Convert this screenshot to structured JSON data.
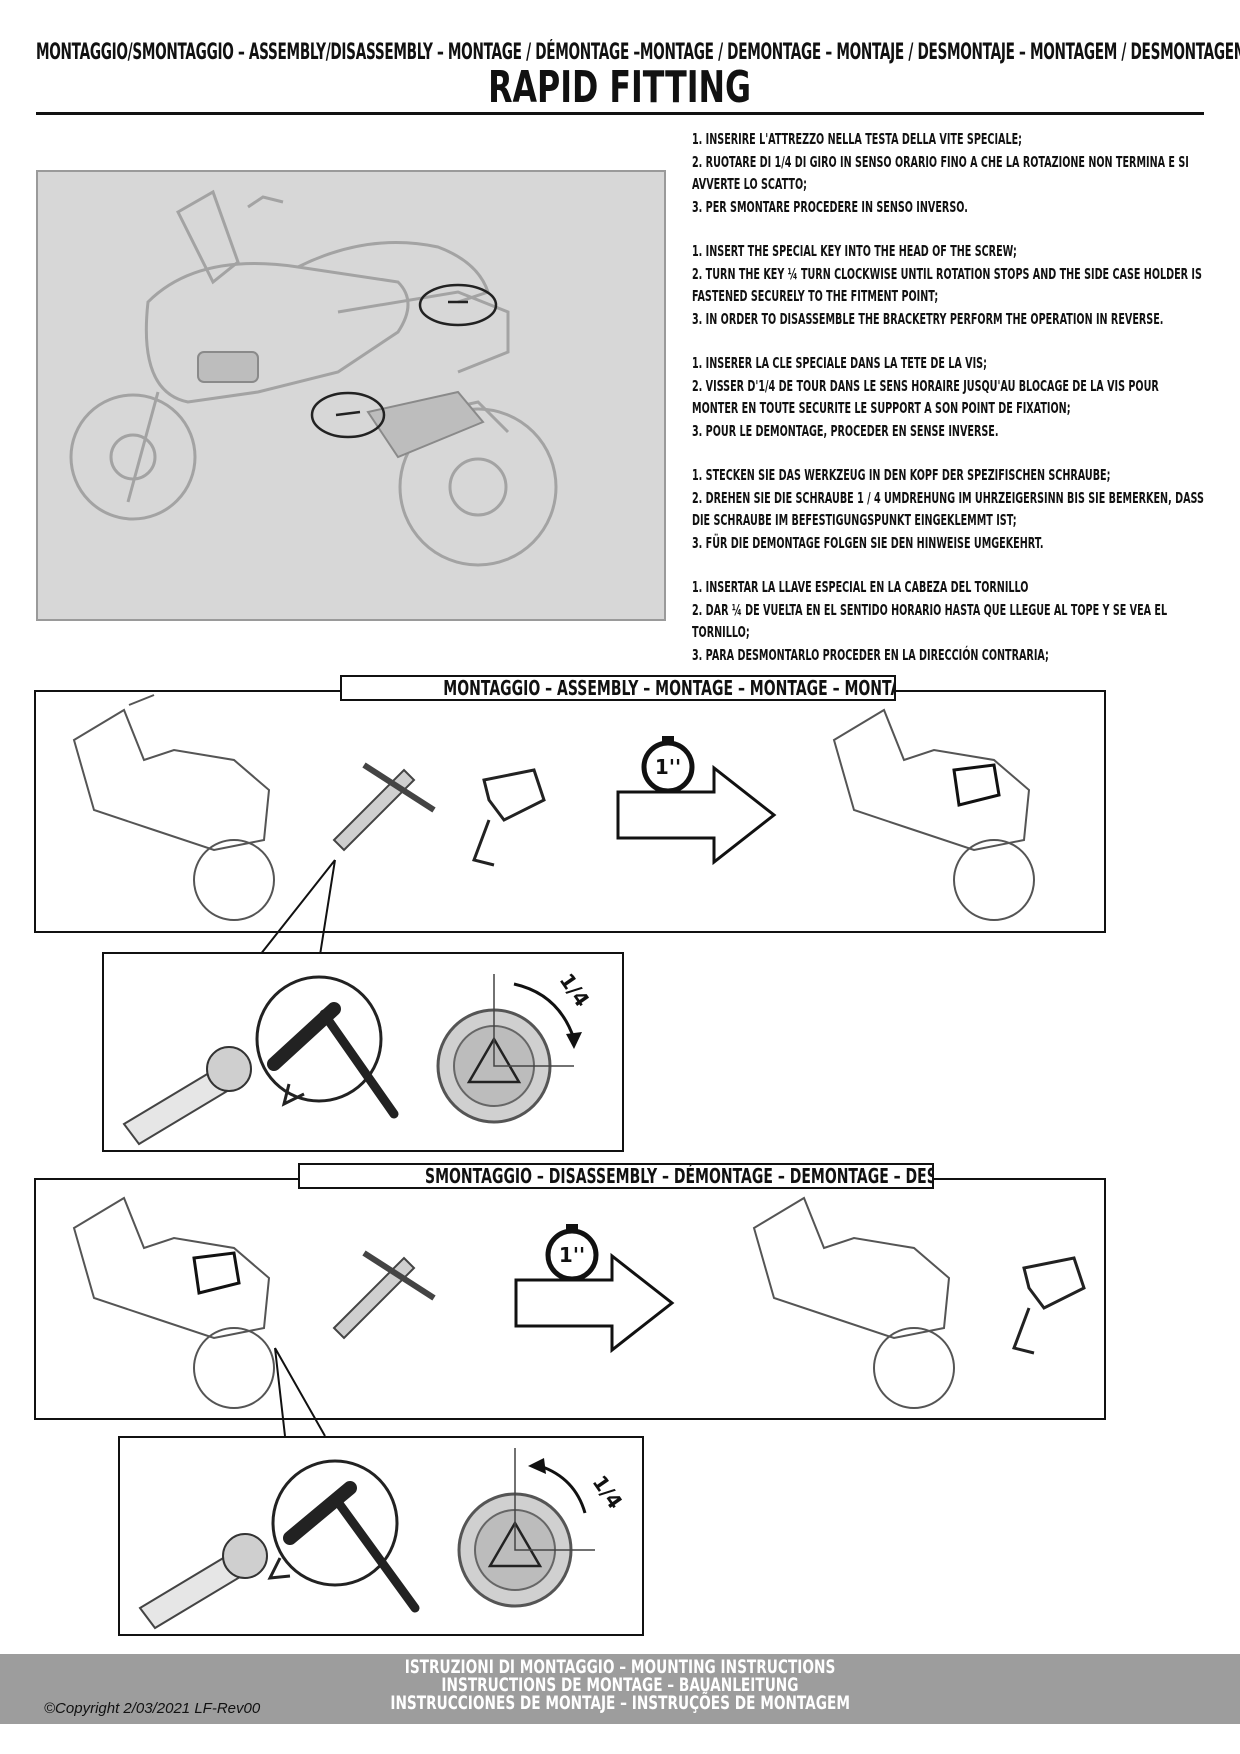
{
  "header": {
    "operations_line": "MONTAGGIO/SMONTAGGIO – ASSEMBLY/DISASSEMBLY – MONTAGE / DÉMONTAGE –MONTAGE / DEMONTAGE – MONTAJE / DESMONTAJE – MONTAGEM / DESMONTAGEM",
    "title": "RAPID FITTING"
  },
  "instructions": {
    "italian": [
      "1. INSERIRE L'ATTREZZO NELLA TESTA DELLA VITE SPECIALE;",
      "2. RUOTARE DI 1/4 DI GIRO IN SENSO ORARIO FINO A CHE LA ROTAZIONE NON TERMINA E SI AVVERTE LO SCATTO;",
      "3. PER SMONTARE PROCEDERE IN SENSO INVERSO."
    ],
    "english": [
      "1. INSERT THE SPECIAL KEY INTO THE HEAD OF THE SCREW;",
      "2. TURN THE KEY ¼ TURN CLOCKWISE  UNTIL ROTATION STOPS AND THE SIDE CASE HOLDER IS FASTENED SECURELY TO THE FITMENT POINT;",
      "3. IN ORDER TO DISASSEMBLE THE BRACKETRY PERFORM THE OPERATION IN REVERSE."
    ],
    "french": [
      "1. INSERER LA CLE SPECIALE DANS LA TETE DE LA VIS;",
      "2. VISSER D'1/4 DE TOUR DANS LE SENS HORAIRE JUSQU'AU BLOCAGE DE LA VIS POUR MONTER EN TOUTE SECURITE LE SUPPORT A SON POINT DE FIXATION;",
      "3. POUR LE DEMONTAGE, PROCEDER EN SENSE INVERSE."
    ],
    "german": [
      "1. STECKEN SIE DAS WERKZEUG IN DEN KOPF DER SPEZIFISCHEN SCHRAUBE;",
      "2. DREHEN SIE DIE SCHRAUBE 1 / 4 UMDREHUNG IM UHRZEIGERSINN BIS SIE BEMERKEN, DASS DIE SCHRAUBE IM BEFESTIGUNGSPUNKT EINGEKLEMMT IST;",
      "3. FÜR DIE DEMONTAGE FOLGEN SIE DEN HINWEISE UMGEKEHRT."
    ],
    "spanish": [
      "1. INSERTAR LA LLAVE ESPECIAL EN LA CABEZA DEL TORNILLO",
      "2. DAR ¼ DE VUELTA EN EL SENTIDO HORARIO HASTA QUE LLEGUE AL TOPE Y SE VEA EL TORNILLO;",
      "3. PARA DESMONTARLO PROCEDER EN LA DIRECCIÓN CONTRARIA;"
    ]
  },
  "assembly": {
    "banner": "MONTAGGIO  – ASSEMBLY – MONTAGE – MONTAGE – MONTAJE",
    "timer_label": "1''",
    "rotation_label": "1/4"
  },
  "disassembly": {
    "banner": "SMONTAGGIO – DISASSEMBLY – DÉMONTAGE – DEMONTAGE – DESMONTAJE",
    "timer_label": "1''",
    "rotation_label": "1/4"
  },
  "footer": {
    "lines": [
      "ISTRUZIONI DI MONTAGGIO  –  MOUNTING INSTRUCTIONS",
      "INSTRUCTIONS DE MONTAGE – BAUANLEITUNG",
      "INSTRUCCIONES DE MONTAJE – INSTRUÇÕES DE MONTAGEM"
    ],
    "copyright": "©Copyright 2/03/2021 LF-Rev00"
  },
  "colors": {
    "footer_bar": "#9d9d9d",
    "hero_background": "#d7d7d7",
    "ink": "#111111"
  }
}
